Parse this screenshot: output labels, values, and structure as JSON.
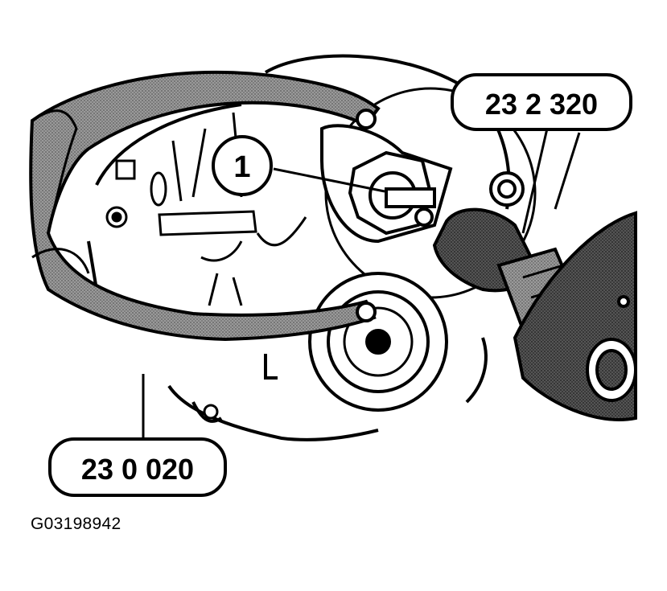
{
  "callouts": {
    "tool_top": "23 2 320",
    "tool_bottom": "23 0 020",
    "item_number": "1"
  },
  "figure_code": "G03198942",
  "colors": {
    "ink": "#000000",
    "paper": "#ffffff",
    "screen_gray": "#8a8a8a",
    "dark_gray": "#555555"
  }
}
